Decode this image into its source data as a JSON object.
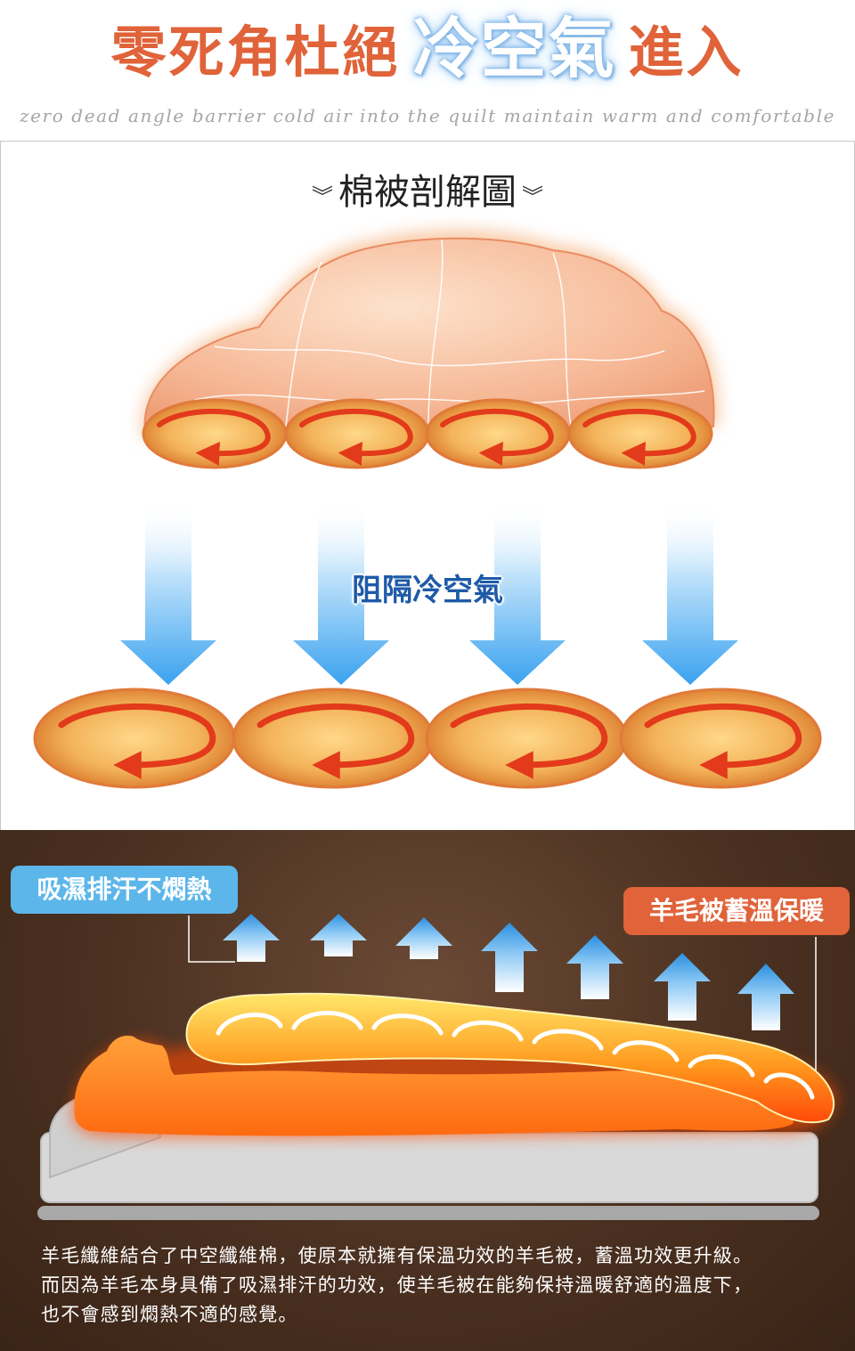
{
  "header": {
    "headline_warm_1": "零死角杜絕",
    "headline_cold": "冷空氣",
    "headline_warm_2": "進入",
    "subline": "zero dead angle barrier cold air into the quilt maintain warm and comfortable"
  },
  "diagram": {
    "chevron_left": "︾",
    "title": "棉被剖解圖",
    "chevron_right": "︾",
    "barrier_label": "阻隔冷空氣"
  },
  "warmth": {
    "tag_moisture": "吸濕排汗不燜熱",
    "tag_wool": "羊毛被蓄溫保暖",
    "description": [
      "羊毛纖維結合了中空纖維棉，使原本就擁有保溫功效的羊毛被，蓄溫功效更升級。",
      "而因為羊毛本身具備了吸濕排汗的功效，使羊毛被在能夠保持溫暖舒適的溫度下，",
      "也不會感到燜熱不適的感覺。"
    ]
  },
  "colors": {
    "accent_orange": "#e0633a",
    "accent_blue": "#5cb6ea",
    "barrier_text": "#1e5aa8",
    "dark_bg": "#4a3020"
  }
}
